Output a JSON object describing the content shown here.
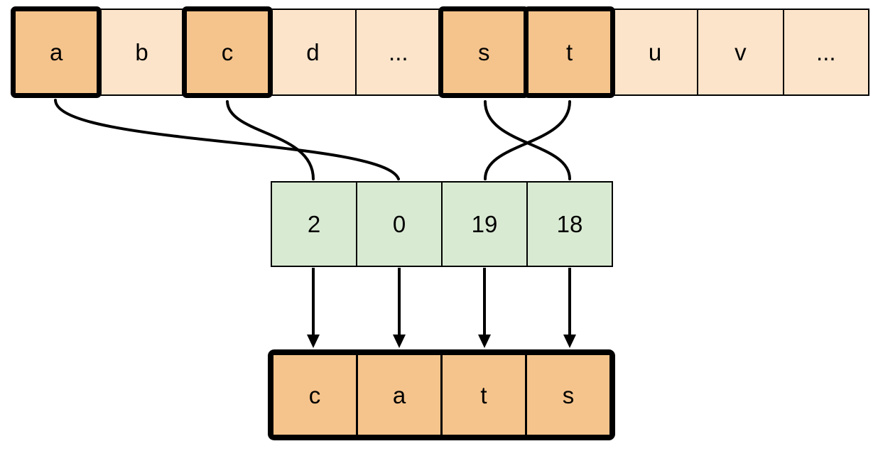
{
  "figure": {
    "title": "substitution-decoding-diagram",
    "colors": {
      "plain_fill": "#fce4ca",
      "highlight_fill": "#f5c48c",
      "index_fill": "#d9ead3",
      "output_fill": "#f5c48c",
      "line": "#000000",
      "background": "#ffffff"
    },
    "alphabet_row": {
      "cells": [
        {
          "label": "a",
          "highlighted": true
        },
        {
          "label": "b",
          "highlighted": false
        },
        {
          "label": "c",
          "highlighted": true
        },
        {
          "label": "d",
          "highlighted": false
        },
        {
          "label": "...",
          "highlighted": false
        },
        {
          "label": "s",
          "highlighted": true
        },
        {
          "label": "t",
          "highlighted": true
        },
        {
          "label": "u",
          "highlighted": false
        },
        {
          "label": "v",
          "highlighted": false
        },
        {
          "label": "...",
          "highlighted": false
        }
      ]
    },
    "index_row": {
      "cells": [
        {
          "label": "2"
        },
        {
          "label": "0"
        },
        {
          "label": "19"
        },
        {
          "label": "18"
        }
      ]
    },
    "output_row": {
      "cells": [
        {
          "label": "c"
        },
        {
          "label": "a"
        },
        {
          "label": "t"
        },
        {
          "label": "s"
        }
      ]
    },
    "connections": [
      {
        "from_letter": "a",
        "to_index": "0"
      },
      {
        "from_letter": "c",
        "to_index": "2"
      },
      {
        "from_letter": "s",
        "to_index": "18"
      },
      {
        "from_letter": "t",
        "to_index": "19"
      }
    ]
  }
}
